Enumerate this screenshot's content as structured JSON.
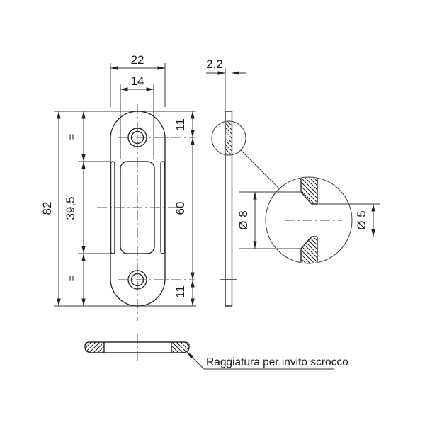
{
  "drawing_note": "Raggiatura per invito scrocco",
  "front_view": {
    "plate_width": "22",
    "slot_width": "14",
    "plate_height": "82",
    "slot_height": "39,5",
    "equal_mark_top": "=",
    "equal_mark_bottom": "=",
    "hole_offset_top": "11",
    "hole_pitch": "60",
    "hole_offset_bottom": "11"
  },
  "side_view": {
    "thickness": "2,2"
  },
  "detail_view": {
    "countersink_diameter": "Ø 8",
    "through_hole_diameter": "Ø 5"
  }
}
